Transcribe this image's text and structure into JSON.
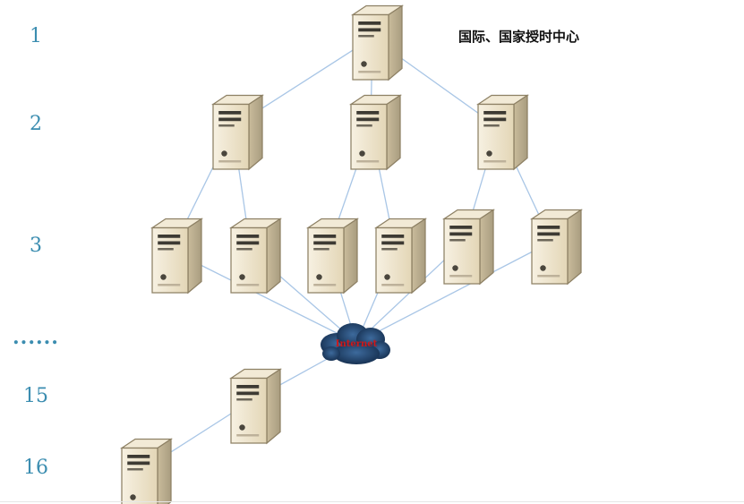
{
  "title": "国际、国家授时中心",
  "levels": {
    "l1": "1",
    "l2": "2",
    "l3": "3",
    "ellipsis": "......",
    "l15": "15",
    "l16": "16"
  },
  "cloud_label": "Internet",
  "colors": {
    "level_label": "#3b8db0",
    "link_line": "#a9c6e6",
    "server_face": "#efe6cf",
    "server_shade": "#b9ad90",
    "cloud": "#1c3e67",
    "cloud_text": "#d01717"
  },
  "icons": [
    "server-icon",
    "cloud-icon"
  ]
}
